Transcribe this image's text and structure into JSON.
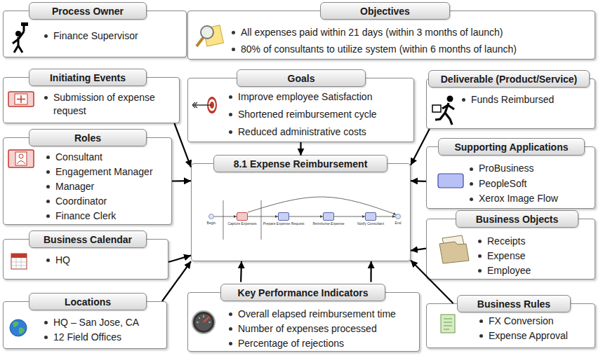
{
  "diagram": {
    "nodes": [
      {
        "text": [
          "Process Owner",
          "Finance Supervisor"
        ]
      },
      {
        "text": [
          "Objectives",
          "All expenses paid within 21 days (within 3 months of launch)",
          "80% of consultants to utilize system (within 6 months of launch)"
        ]
      },
      {
        "text": [
          "Initiating Events",
          "Submission of expense request"
        ]
      },
      {
        "text": [
          "Goals",
          "Improve employee Satisfaction",
          "Shortened reimbursement cycle",
          "Reduced administrative costs"
        ]
      },
      {
        "text": [
          "Deliverable (Product/Service)",
          "Funds Reimbursed"
        ]
      },
      {
        "text": [
          "Roles",
          "Consultant",
          "Engagement Manager",
          "Manager",
          "Coordinator",
          "Finance Clerk"
        ]
      },
      {
        "text": [
          "Supporting Applications",
          "ProBusiness",
          "PeopleSoft",
          "Xerox Image Flow"
        ]
      },
      {
        "text": [
          "8.1 Expense Reimbursement"
        ]
      },
      {
        "text": [
          "Begin"
        ],
        "in": 7
      },
      {
        "text": [
          "Capture Expenses"
        ],
        "in": 7
      },
      {
        "text": [
          "Prepare Expense Request"
        ],
        "in": 7
      },
      {
        "text": [
          "Reimburse Expense"
        ],
        "in": 7
      },
      {
        "text": [
          "Notify Consultant"
        ],
        "in": 7
      },
      {
        "text": [
          "End"
        ],
        "in": 7
      },
      {
        "text": [
          "Business Calendar",
          "HQ"
        ]
      },
      {
        "text": [
          "Business Objects",
          "Receipts",
          "Expense",
          "Employee"
        ]
      },
      {
        "text": [
          "Locations",
          "HQ – San Jose, CA",
          "12 Field Offices"
        ]
      },
      {
        "text": [
          "Key Performance Indicators",
          "Overall elapsed reimbursement time",
          "Number of expenses processed",
          "Percentage of rejections"
        ]
      },
      {
        "text": [
          "Business Rules",
          "FX Conversion",
          "Expense Approval"
        ]
      }
    ],
    "edges": [
      {
        "from": 2,
        "to": 7,
        "arrow": "to"
      },
      {
        "from": 5,
        "to": 7,
        "arrow": "to"
      },
      {
        "from": 14,
        "to": 7,
        "arrow": "to"
      },
      {
        "from": 16,
        "to": 7,
        "arrow": "to"
      },
      {
        "from": 3,
        "to": 7,
        "arrow": "to"
      },
      {
        "from": 4,
        "to": 7,
        "arrow": "to"
      },
      {
        "from": 6,
        "to": 7,
        "arrow": "to"
      },
      {
        "from": 15,
        "to": 7,
        "arrow": "to"
      },
      {
        "from": 18,
        "to": 7,
        "arrow": "to"
      },
      {
        "from": 17,
        "to": 7,
        "arrow": "to"
      },
      {
        "from": 17,
        "to": 7,
        "arrow": "to"
      },
      {
        "from": 8,
        "to": 9,
        "arrow": "to"
      },
      {
        "from": 9,
        "to": 10,
        "arrow": "to"
      },
      {
        "from": 10,
        "to": 11,
        "arrow": "to"
      },
      {
        "from": 11,
        "to": 12,
        "arrow": "to"
      },
      {
        "from": 12,
        "to": 13,
        "arrow": "to"
      },
      {
        "from": 9,
        "to": 13,
        "arrow": "to"
      }
    ]
  }
}
